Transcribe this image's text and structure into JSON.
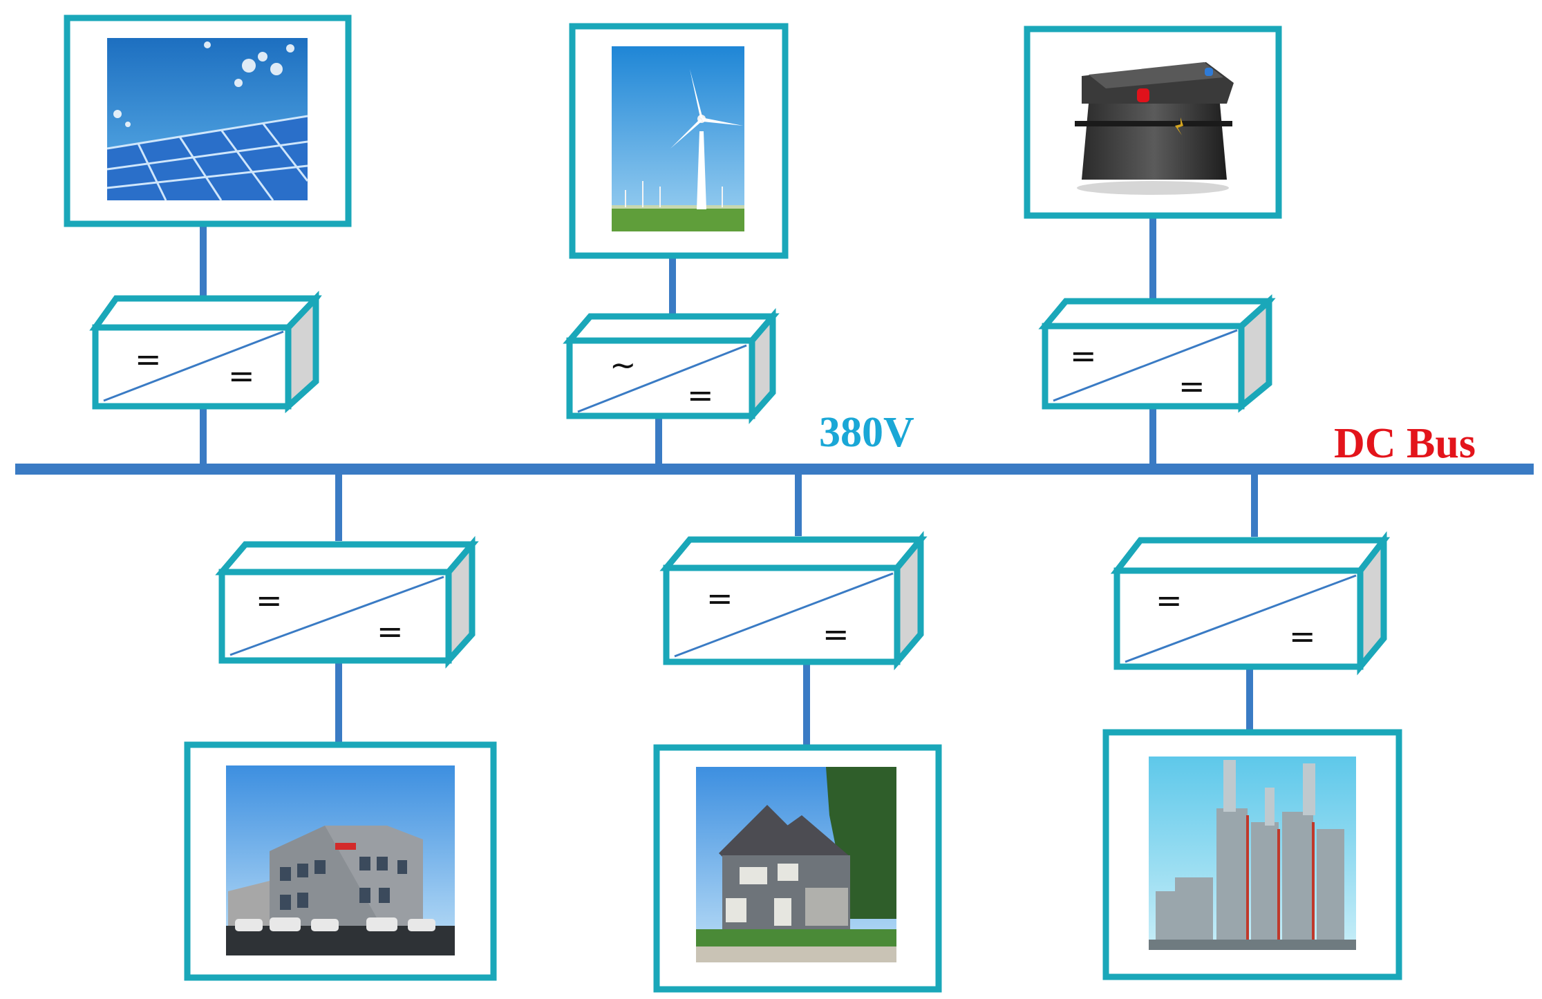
{
  "colors": {
    "teal": "#1aa7b9",
    "bus": "#3a7bc4",
    "voltage_text": "#1aa7d6",
    "bus_text": "#e3141b",
    "side_face": "#d3d3d3"
  },
  "bus": {
    "voltage": "380V",
    "label": "DC Bus"
  },
  "sources": [
    {
      "name": "solar-panel",
      "icon": "solar-panel-icon",
      "converter": {
        "in": "=",
        "out": "="
      }
    },
    {
      "name": "wind-turbine",
      "icon": "wind-turbine-icon",
      "converter": {
        "in": "~",
        "out": "="
      }
    },
    {
      "name": "battery",
      "icon": "battery-icon",
      "converter": {
        "in": "=",
        "out": "="
      }
    }
  ],
  "loads": [
    {
      "name": "office-building",
      "icon": "office-building-icon",
      "converter": {
        "in": "=",
        "out": "="
      }
    },
    {
      "name": "house",
      "icon": "house-icon",
      "converter": {
        "in": "=",
        "out": "="
      }
    },
    {
      "name": "factory",
      "icon": "factory-icon",
      "converter": {
        "in": "=",
        "out": "="
      }
    }
  ]
}
